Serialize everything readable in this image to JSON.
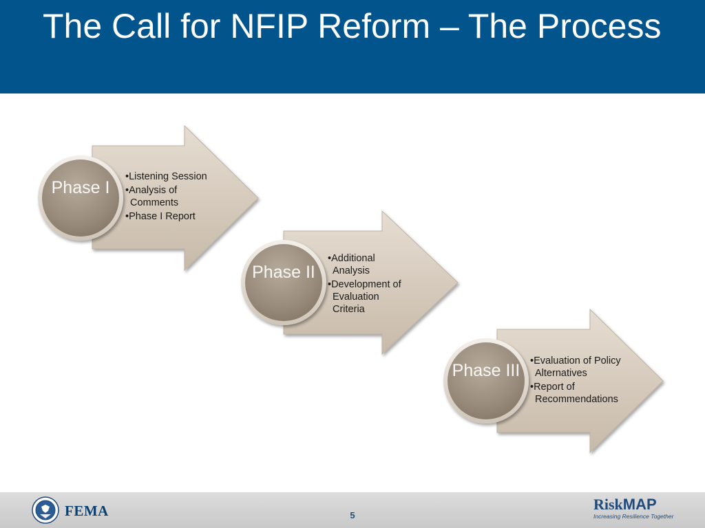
{
  "slide": {
    "title": "The Call for NFIP Reform – The Process",
    "page_number": "5"
  },
  "phases": [
    {
      "label": "Phase I",
      "items": [
        "Listening Session",
        "Analysis of Comments",
        "Phase I Report"
      ]
    },
    {
      "label": "Phase II",
      "items": [
        "Additional Analysis",
        "Development of Evaluation Criteria"
      ]
    },
    {
      "label": "Phase III",
      "items": [
        "Evaluation of Policy Alternatives",
        "Report of Recommendations"
      ]
    }
  ],
  "footer": {
    "left_logo": "FEMA",
    "right_logo_part1": "Risk",
    "right_logo_part2": "MAP",
    "right_tagline": "Increasing Resilience Together"
  },
  "colors": {
    "header": "#01558c",
    "arrow_fill": "#d6cbbd",
    "phase_circle": "#9f9384",
    "footer": "#d2d2d2"
  }
}
